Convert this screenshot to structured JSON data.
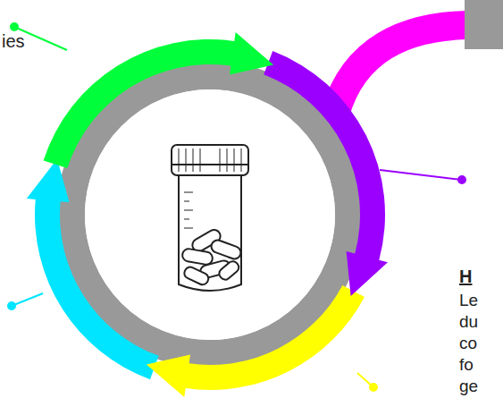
{
  "diagram": {
    "labels": [
      "ies",
      "H",
      "Le du co fo ge"
    ]
  }
}
